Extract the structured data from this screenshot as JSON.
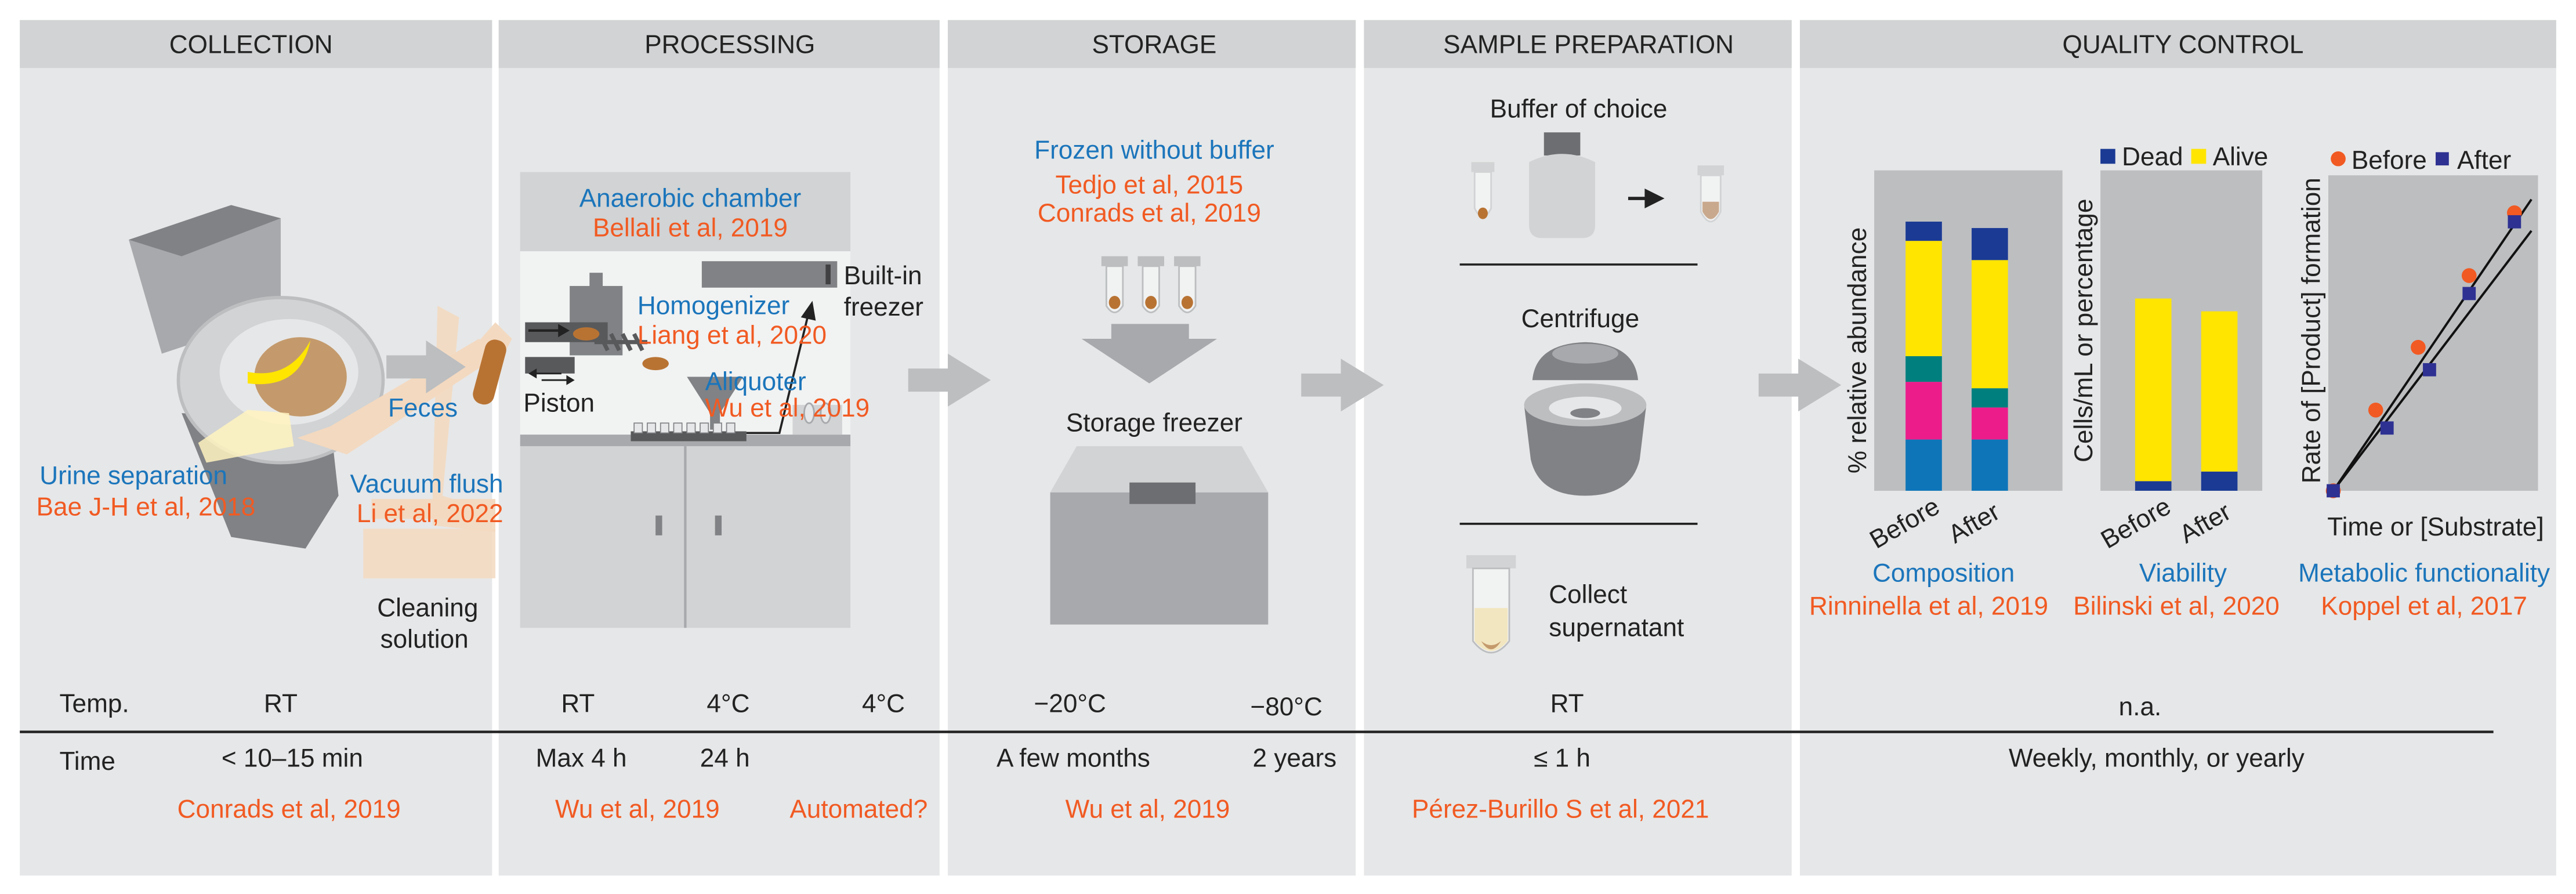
{
  "stages": [
    {
      "id": "collection",
      "header": "COLLECTION"
    },
    {
      "id": "processing",
      "header": "PROCESSING"
    },
    {
      "id": "storage",
      "header": "STORAGE"
    },
    {
      "id": "sample_preparation",
      "header": "SAMPLE PREPARATION"
    },
    {
      "id": "quality_control",
      "header": "QUALITY CONTROL"
    }
  ],
  "collection": {
    "feces": "Feces",
    "urine_separation": "Urine separation",
    "urine_ref": "Bae J-H et al, 2018",
    "vacuum_flush": "Vacuum flush",
    "vacuum_ref": "Li et al, 2022",
    "cleaning_line1": "Cleaning",
    "cleaning_line2": "solution",
    "temp": "RT",
    "time": "< 10–15 min",
    "ref": "Conrads et al, 2019"
  },
  "processing": {
    "anaerobic_chamber": "Anaerobic chamber",
    "anaerobic_ref": "Bellali et al, 2019",
    "homogenizer": "Homogenizer",
    "homogenizer_ref": "Liang et al, 2020",
    "aliquoter": "Aliquoter",
    "aliquoter_ref": "Wu et al, 2019",
    "builtin_line1": "Built-in",
    "builtin_line2": "freezer",
    "piston": "Piston",
    "temp_1": "RT",
    "temp_2": "4°C",
    "temp_3": "4°C",
    "time_1": "Max 4 h",
    "time_2": "24 h",
    "ref": "Wu et al, 2019",
    "automated": "Automated?"
  },
  "storage": {
    "frozen": "Frozen without buffer",
    "ref_1": "Tedjo et al, 2015",
    "ref_2": "Conrads et al, 2019",
    "freezer": "Storage freezer",
    "temp_1": "−20°C",
    "temp_2": "−80°C",
    "time_1": "A few months",
    "time_2": "2 years",
    "ref": "Wu et al, 2019"
  },
  "sample_preparation": {
    "buffer": "Buffer of choice",
    "centrifuge": "Centrifuge",
    "collect_line1": "Collect",
    "collect_line2": "supernatant",
    "temp": "RT",
    "time": "≤ 1 h",
    "ref": "Pérez-Burillo S et al, 2021"
  },
  "quality_control": {
    "temp": "n.a.",
    "time": "Weekly, monthly, or yearly"
  },
  "row_labels": {
    "temp": "Temp.",
    "time": "Time"
  },
  "chart_data": [
    {
      "type": "bar",
      "stacked": true,
      "categories": [
        "Before",
        "After"
      ],
      "ylabel": "% relative abundance",
      "title": "Composition",
      "ref": "Rinninella et al, 2019",
      "series": [
        {
          "color": "#0e75b9",
          "values": [
            16,
            16
          ]
        },
        {
          "color": "#ec1c8b",
          "values": [
            18,
            10
          ]
        },
        {
          "color": "#007f7f",
          "values": [
            8,
            6
          ]
        },
        {
          "color": "#ffe500",
          "values": [
            36,
            40
          ]
        },
        {
          "color": "#1b3a94",
          "values": [
            6,
            10
          ]
        }
      ],
      "ylim": [
        0,
        100
      ]
    },
    {
      "type": "bar",
      "stacked": true,
      "categories": [
        "Before",
        "After"
      ],
      "ylabel": "Cells/mL or percentage",
      "title": "Viability",
      "ref": "Bilinski et al, 2020",
      "series": [
        {
          "name": "Dead",
          "color": "#1b3a94",
          "values": [
            3,
            6
          ]
        },
        {
          "name": "Alive",
          "color": "#ffe500",
          "values": [
            57,
            50
          ]
        }
      ],
      "ylim": [
        0,
        100
      ]
    },
    {
      "type": "scatter",
      "xlabel": "Time or [Substrate]",
      "ylabel": "Rate of [Product] formation",
      "title": "Metabolic functionality",
      "ref": "Koppel et al, 2017",
      "series": [
        {
          "name": "Before",
          "color": "#f15a22",
          "points": [
            [
              0,
              0
            ],
            [
              15,
              18
            ],
            [
              30,
              32
            ],
            [
              48,
              48
            ],
            [
              64,
              62
            ]
          ]
        },
        {
          "name": "After",
          "color": "#2e3192",
          "points": [
            [
              0,
              0
            ],
            [
              19,
              14
            ],
            [
              34,
              27
            ],
            [
              48,
              44
            ],
            [
              64,
              60
            ]
          ]
        }
      ],
      "xlim": [
        0,
        70
      ],
      "ylim": [
        0,
        70
      ]
    }
  ]
}
